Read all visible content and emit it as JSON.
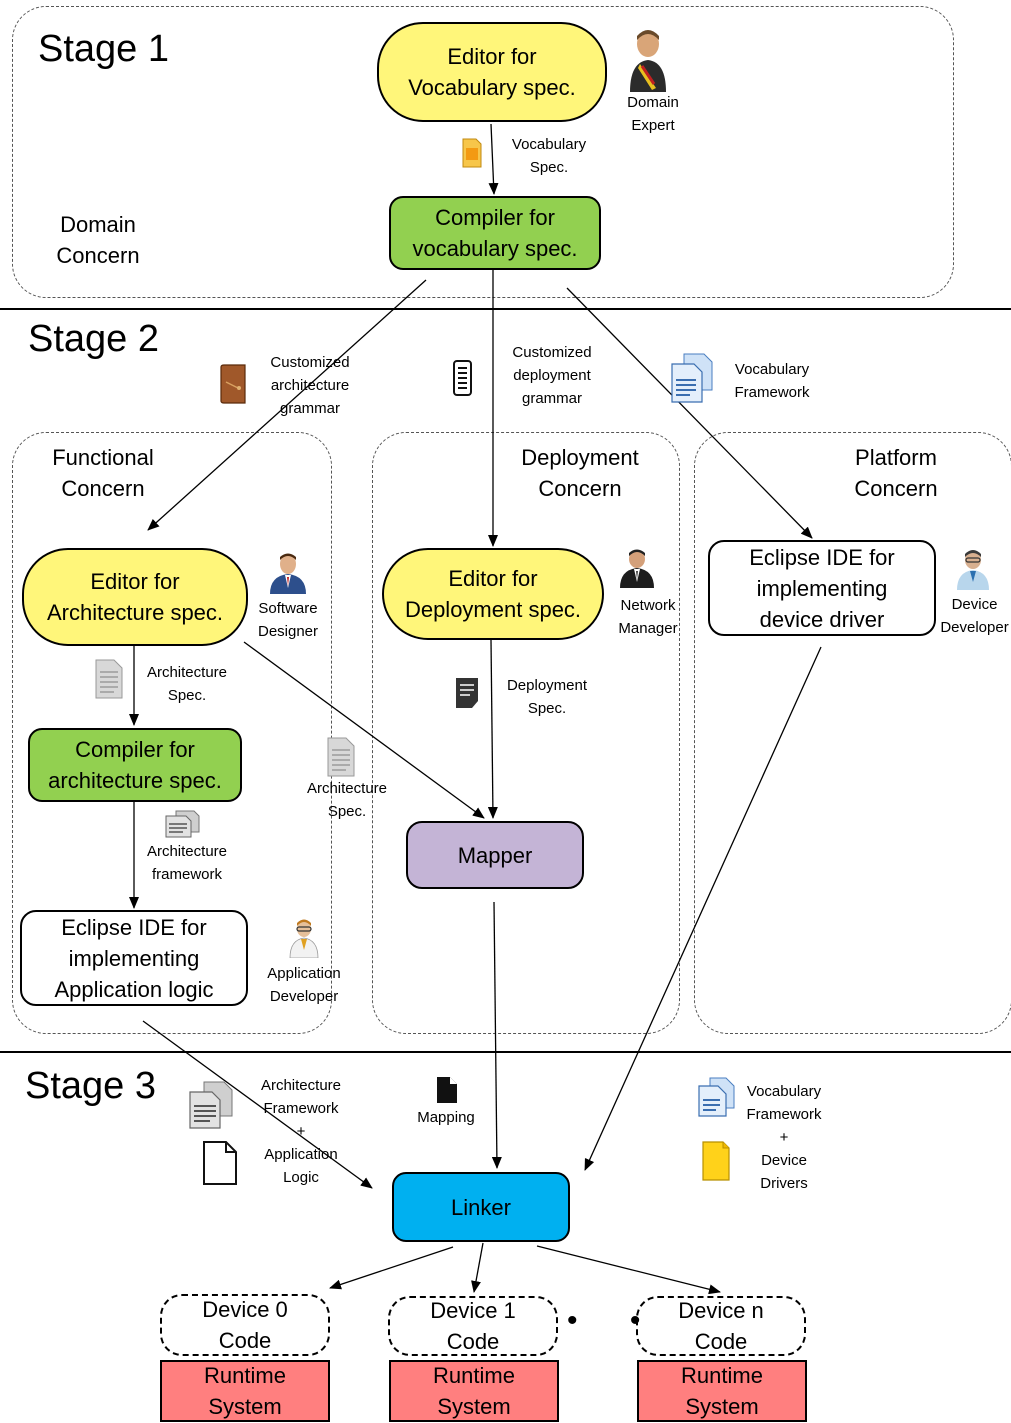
{
  "stages": {
    "s1": "Stage 1",
    "s2": "Stage 2",
    "s3": "Stage 3"
  },
  "concerns": {
    "domain": "Domain\nConcern",
    "functional": "Functional\nConcern",
    "deployment": "Deployment\nConcern",
    "platform": "Platform\nConcern"
  },
  "nodes": {
    "editor_vocab": "Editor for\nVocabulary spec.",
    "compiler_vocab": "Compiler for\nvocabulary spec.",
    "editor_arch": "Editor for\nArchitecture spec.",
    "compiler_arch": "Compiler for\narchitecture spec.",
    "eclipse_app": "Eclipse IDE for\nimplementing\nApplication logic",
    "editor_deploy": "Editor for\nDeployment spec.",
    "mapper": "Mapper",
    "eclipse_driver": "Eclipse IDE for\nimplementing\ndevice driver",
    "linker": "Linker",
    "device0": "Device 0\nCode",
    "device1": "Device 1\nCode",
    "devicen": "Device n\nCode",
    "runtime": "Runtime\nSystem"
  },
  "roles": {
    "domain_expert": "Domain\nExpert",
    "software_designer": "Software\nDesigner",
    "network_manager": "Network\nManager",
    "device_developer": "Device\nDeveloper",
    "application_developer": "Application\nDeveloper"
  },
  "labels": {
    "vocab_spec": "Vocabulary\nSpec.",
    "cust_arch_grammar": "Customized\narchitecture\ngrammar",
    "cust_deploy_grammar": "Customized\ndeployment\ngrammar",
    "vocab_framework": "Vocabulary\nFramework",
    "arch_spec_1": "Architecture\nSpec.",
    "arch_spec_2": "Architecture\nSpec.",
    "arch_framework": "Architecture\nframework",
    "deploy_spec": "Deployment\nSpec.",
    "arch_framework_app": "Architecture\nFramework\n+\nApplication\nLogic",
    "mapping": "Mapping",
    "vocab_framework_drivers": "Vocabulary\nFramework\n+\nDevice\nDrivers"
  },
  "ellipsis": "• •",
  "colors": {
    "editor": "#fff67a",
    "compiler": "#92d050",
    "mapper": "#c4b4d6",
    "linker": "#00b0f0",
    "runtime": "#ff7f7f"
  }
}
